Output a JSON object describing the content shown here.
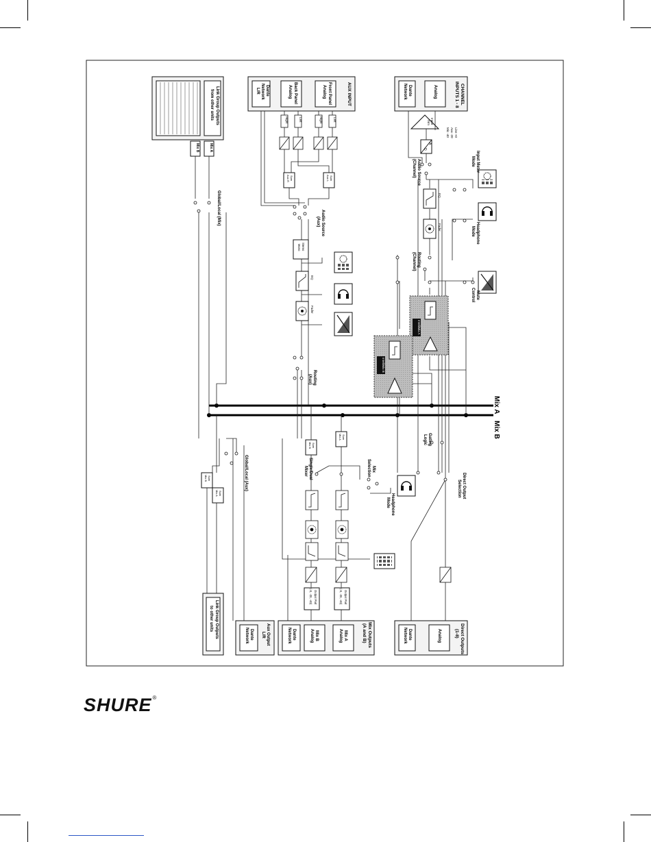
{
  "brand": "SHURE",
  "brand_mark": "®",
  "buses": {
    "mix_a": "Mix A",
    "mix_b": "Mix B"
  },
  "inputs": {
    "channel_title": "CHANNEL",
    "channel_sub": "INPUTS 1 - 8",
    "analog": "Analog",
    "dante": "Dante",
    "network": "Network",
    "input_trim": "Input",
    "input_trim2": "Trim",
    "levels": [
      "Line +0",
      "Aux -20",
      "Mic -40"
    ],
    "aux_title": "AUX INPUT",
    "front_panel": "Front Panel",
    "back_panel": "Back Panel",
    "dante_lr": "L/R",
    "left": "Left",
    "right": "Right"
  },
  "link_in": {
    "title": "Link Group Outputs",
    "sub": "from other units"
  },
  "link_out": {
    "title": "Link Group Outputs",
    "sub": "to other units"
  },
  "labels": {
    "mix_a_box": "Mix A",
    "mix_b_box": "Mix B",
    "global_local_mix": "Global/Local (Mix)",
    "global_local_aux": "Global/Local (Aux)",
    "audio_source_channel": "Audio Source",
    "audio_source_channel2": "(Channel)",
    "audio_source_aux": "Audio Source",
    "audio_source_aux2": "(Aux)",
    "input_meter_mode": "Input Meter",
    "input_meter_mode2": "Mode",
    "headphone_mode": "Headphone",
    "headphone_mode2": "Mode",
    "routing_channel": "Routing",
    "routing_channel2": "(Channel)",
    "routing_aux": "Routing",
    "routing_aux2": "(Aux)",
    "mute_control": "Mute",
    "mute_control2": "Control",
    "gating_logic": "Gating",
    "gating_logic2": "Logic",
    "direct_output_selection": "Direct Output",
    "direct_output_selection2": "Selection",
    "mix_selection": "Mix",
    "mix_selection2": "Selection",
    "single_dual_mixer": "Single/Dual",
    "single_dual_mixer2": "Mixer",
    "headphone_mode_out": "Headphone",
    "headphone_mode_out2": "Mode",
    "intellimix_a": "IntelliMix A",
    "intellimix_b": "IntelliMix B",
    "sum_aux_l": "Sum",
    "sum_aux_l2": "Aux L",
    "sum_aux_r": "Sum",
    "sum_aux_r2": "Aux R",
    "sum_mix_a": "Sum",
    "sum_mix_a2": "Mix A",
    "sum_mix_b": "Sum",
    "sum_mix_b2": "Mix B",
    "stereo_mono": "Stereo",
    "stereo_mono2": "Mono",
    "eq": "EQ",
    "fader": "Fader"
  },
  "outputs": {
    "direct_title": "Direct Outputs",
    "direct_sub": "(1-8)",
    "mix_title": "Mix Outputs",
    "mix_sub": "(A and B)",
    "aux_title": "Aux Output",
    "aux_sub": "L/R",
    "output_pad": "Output Pad",
    "output_pad_values": "(-0, -20, -40)",
    "analog": "Analog",
    "dante": "Dante",
    "network": "Network",
    "mix_a": "Mix A",
    "mix_b": "Mix B"
  },
  "converters": {
    "ad_top": "A",
    "ad_bottom": "D",
    "da_top": "D",
    "da_bottom": "A"
  }
}
